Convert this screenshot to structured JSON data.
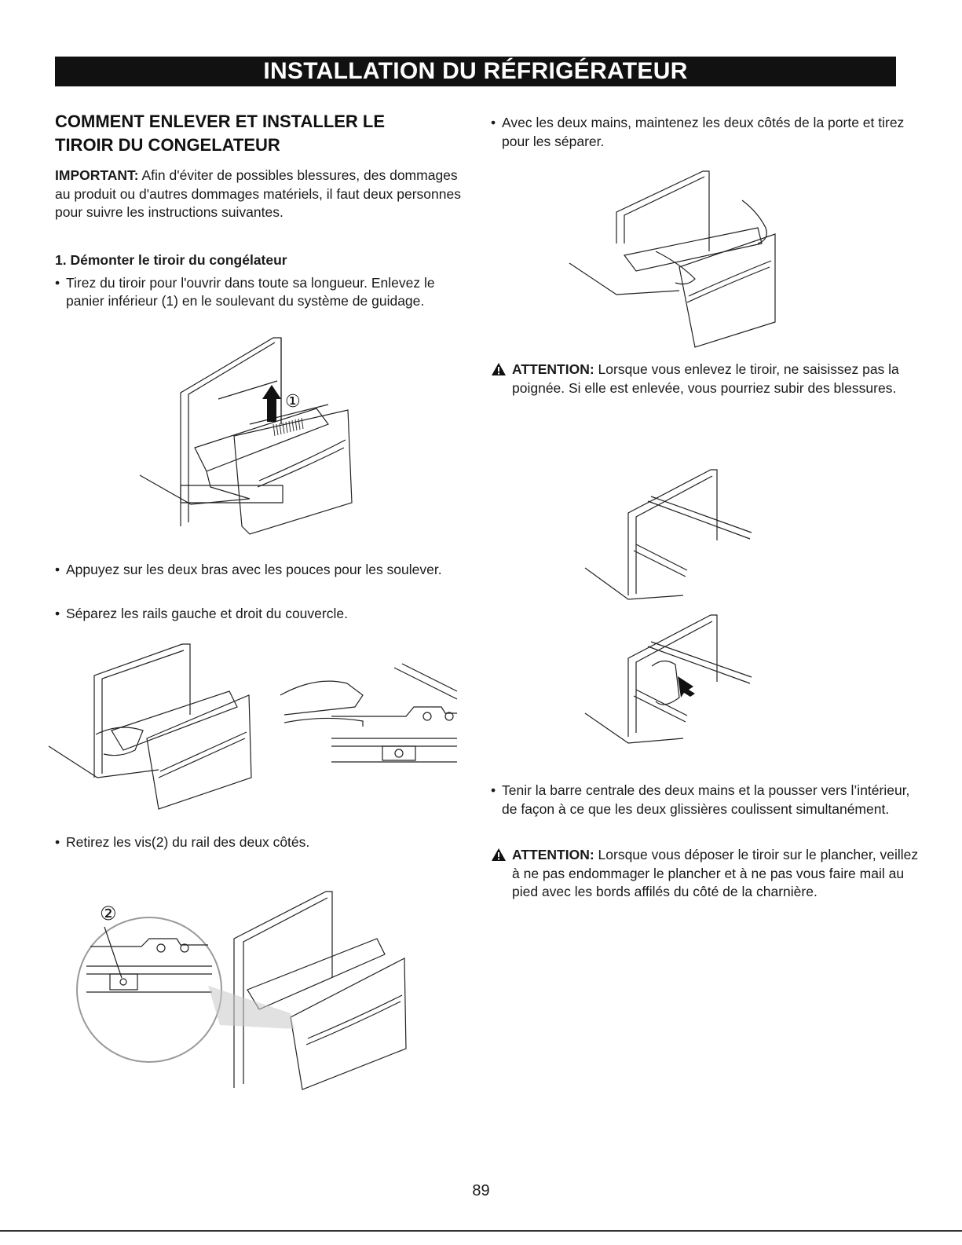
{
  "header": {
    "title": "INSTALLATION DU RÉFRIGÉRATEUR"
  },
  "left": {
    "section_title_line1": "COMMENT ENLEVER ET INSTALLER LE",
    "section_title_line2": "TIROIR DU CONGELATEUR",
    "important_label": "IMPORTANT:",
    "important_text": " Afin d'éviter de possibles blessures, des dommages au produit ou d'autres dommages matériels, il faut deux personnes pour suivre les instructions suivantes.",
    "step1_title": "1. Démonter le tiroir du congélateur",
    "bullet1": "Tirez du tiroir pour l'ouvrir dans toute sa longueur. Enlevez le panier inférieur (1) en le soulevant du système de guidage.",
    "bullet2": "Appuyez sur les deux bras avec les pouces pour les soulever.",
    "bullet3": "Séparez les rails gauche et droit du couvercle.",
    "bullet4": "Retirez les vis(2) du rail des deux côtés.",
    "callout1": "①",
    "callout2": "②"
  },
  "right": {
    "bullet1": "Avec les deux mains, maintenez les deux côtés de la porte et tirez pour les séparer.",
    "caution1_label": "ATTENTION:",
    "caution1_text": " Lorsque vous enlevez le tiroir, ne saisissez pas la poignée. Si elle est enlevée, vous pourriez subir des blessures.",
    "bullet2": "Tenir la barre centrale des deux mains et la pousser vers l’intérieur, de façon à ce que les deux glissières coulissent simultanément.",
    "caution2_label": "ATTENTION:",
    "caution2_text": " Lorsque vous déposer le tiroir sur le plancher, veillez à ne pas endommager le plancher et à ne pas vous faire mail au pied avec les bords affilés du côté de la charnière."
  },
  "footer": {
    "page_number": "89"
  },
  "icons": {
    "bullet": "•",
    "warning": "warning-triangle-icon"
  }
}
